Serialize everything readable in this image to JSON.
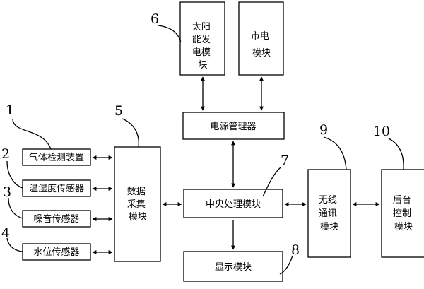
{
  "blocks": {
    "solar": [
      "太阳",
      "能发",
      "电模",
      "块"
    ],
    "grid": [
      "市电",
      "模块"
    ],
    "power": "电源管理器",
    "gas": "气体检测装置",
    "humidity": "温湿度传感器",
    "noise": "噪音传感器",
    "water": "水位传感器",
    "daq": [
      "数据",
      "采集",
      "模块"
    ],
    "cpu": "中央处理模块",
    "display": "显示模块",
    "wireless": [
      "无线",
      "通讯",
      "模块"
    ],
    "backend": [
      "后台",
      "控制",
      "模块"
    ]
  },
  "labels": {
    "n1": "1",
    "n2": "2",
    "n3": "3",
    "n4": "4",
    "n5": "5",
    "n6": "6",
    "n7": "7",
    "n8": "8",
    "n9": "9",
    "n10": "10"
  }
}
